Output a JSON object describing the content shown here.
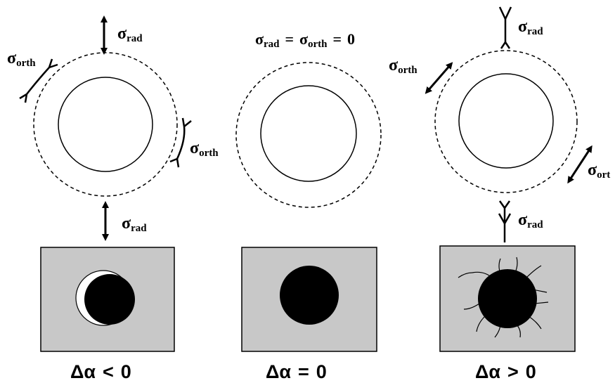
{
  "sigma_symbol": "σ",
  "alpha_symbol": "α",
  "delta_symbol": "Δ",
  "sub_rad": "rad",
  "sub_orth": "orth",
  "sub_ort_truncated": "ort",
  "equals": "=",
  "zero": "0",
  "panel1": {
    "condition_relation": "<",
    "condition_value": "0"
  },
  "panel2": {
    "condition_relation": "=",
    "condition_value": "0"
  },
  "panel3": {
    "condition_relation": ">",
    "condition_value": "0"
  },
  "colors": {
    "box_fill": "#c8c8c8",
    "particle_fill": "#000000",
    "background": "#ffffff"
  }
}
